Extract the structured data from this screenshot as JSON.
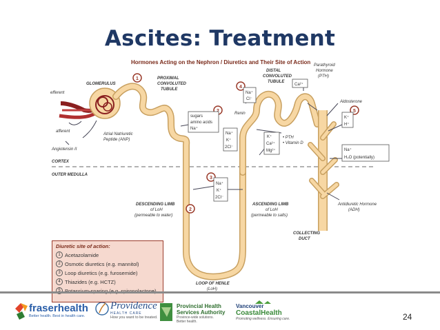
{
  "slide": {
    "title": "Ascites: Treatment",
    "page_number": "24"
  },
  "diagram": {
    "title": "Hormones Acting on the Nephron / Diuretics and Their Site of Action",
    "labels": {
      "glomerulus": "GLOMERULUS",
      "pct": [
        "PROXIMAL",
        "CONVOLUTED",
        "TUBULE"
      ],
      "dct": [
        "DISTAL",
        "CONVOLUTED",
        "TUBULE"
      ],
      "pth": [
        "Parathyroid",
        "Hormone",
        "(PTH)"
      ],
      "efferent": "efferent",
      "afferent": "afferent",
      "anp": [
        "Atrial Natriuretic",
        "Peptide (ANP)"
      ],
      "angiotensin": "Angiotensin II",
      "renin": "Renin",
      "aldosterone": "Aldosterone",
      "cortex": "CORTEX",
      "medulla": "OUTER MEDULLA",
      "desc_limb": [
        "DESCENDING LIMB",
        "of LoH",
        "(permeable to water)"
      ],
      "asc_limb": [
        "ASCENDING LIMB",
        "of LoH",
        "(permeable to salts)"
      ],
      "loop": [
        "LOOP OF HENLE",
        "(LoH)"
      ],
      "collecting": [
        "COLLECTING",
        "DUCT"
      ],
      "adh": [
        "Antidiuretic Hormone",
        "(ADH)"
      ],
      "pth_vitd": [
        "• PTH",
        "• Vitamin D"
      ]
    },
    "boxes": {
      "site2_box": [
        "sugars",
        "amino acids",
        "Na⁺"
      ],
      "site4_box": [
        "Na⁺",
        "Cl⁻"
      ],
      "ca_box": [
        "Ca²⁺"
      ],
      "asc_box": [
        "Na⁺",
        "K⁺",
        "2Cl⁻"
      ],
      "mg_box": [
        "K⁺",
        "Ca²⁺",
        "Mg²⁺"
      ],
      "site5_box": [
        "K⁺",
        "H⁺"
      ],
      "h2o_box": [
        "Na⁺",
        "H₂O (potentially)"
      ],
      "site3_box": [
        "Na⁺",
        "K⁺",
        "2Cl⁻"
      ]
    },
    "site_numbers": [
      "1",
      "2",
      "2",
      "3",
      "4",
      "5"
    ]
  },
  "legend": {
    "heading": "Diuretic site of action:",
    "items": [
      {
        "num": "1",
        "text": "Acetazolamide"
      },
      {
        "num": "2",
        "text": "Osmotic diuretics (e.g. mannitol)"
      },
      {
        "num": "3",
        "text": "Loop diuretics (e.g. furosemide)"
      },
      {
        "num": "4",
        "text": "Thiazides (e.g. HCTZ)"
      },
      {
        "num": "5",
        "text": "Potassium-sparing (e.g. spironolactone)"
      }
    ]
  },
  "footer": {
    "fraser": {
      "name": "fraserhealth",
      "tagline": "Better health. Best in health care."
    },
    "providence": {
      "name": "Providence",
      "sub": "HEALTH CARE",
      "tagline": "How you want to be treated."
    },
    "phsa": {
      "name": [
        "Provincial Health",
        "Services Authority"
      ],
      "tagline": [
        "Province-wide solutions.",
        "Better health."
      ]
    },
    "vch": {
      "name": [
        "Vancouver",
        "CoastalHealth"
      ],
      "tagline": "Promoting wellness. Ensuring care."
    }
  },
  "colors": {
    "title": "#1f3864",
    "tubule_fill": "#f7d7a3",
    "tubule_stroke": "#c8a060",
    "accent_red": "#9a3a2a",
    "legend_bg": "#f6d9cf"
  }
}
